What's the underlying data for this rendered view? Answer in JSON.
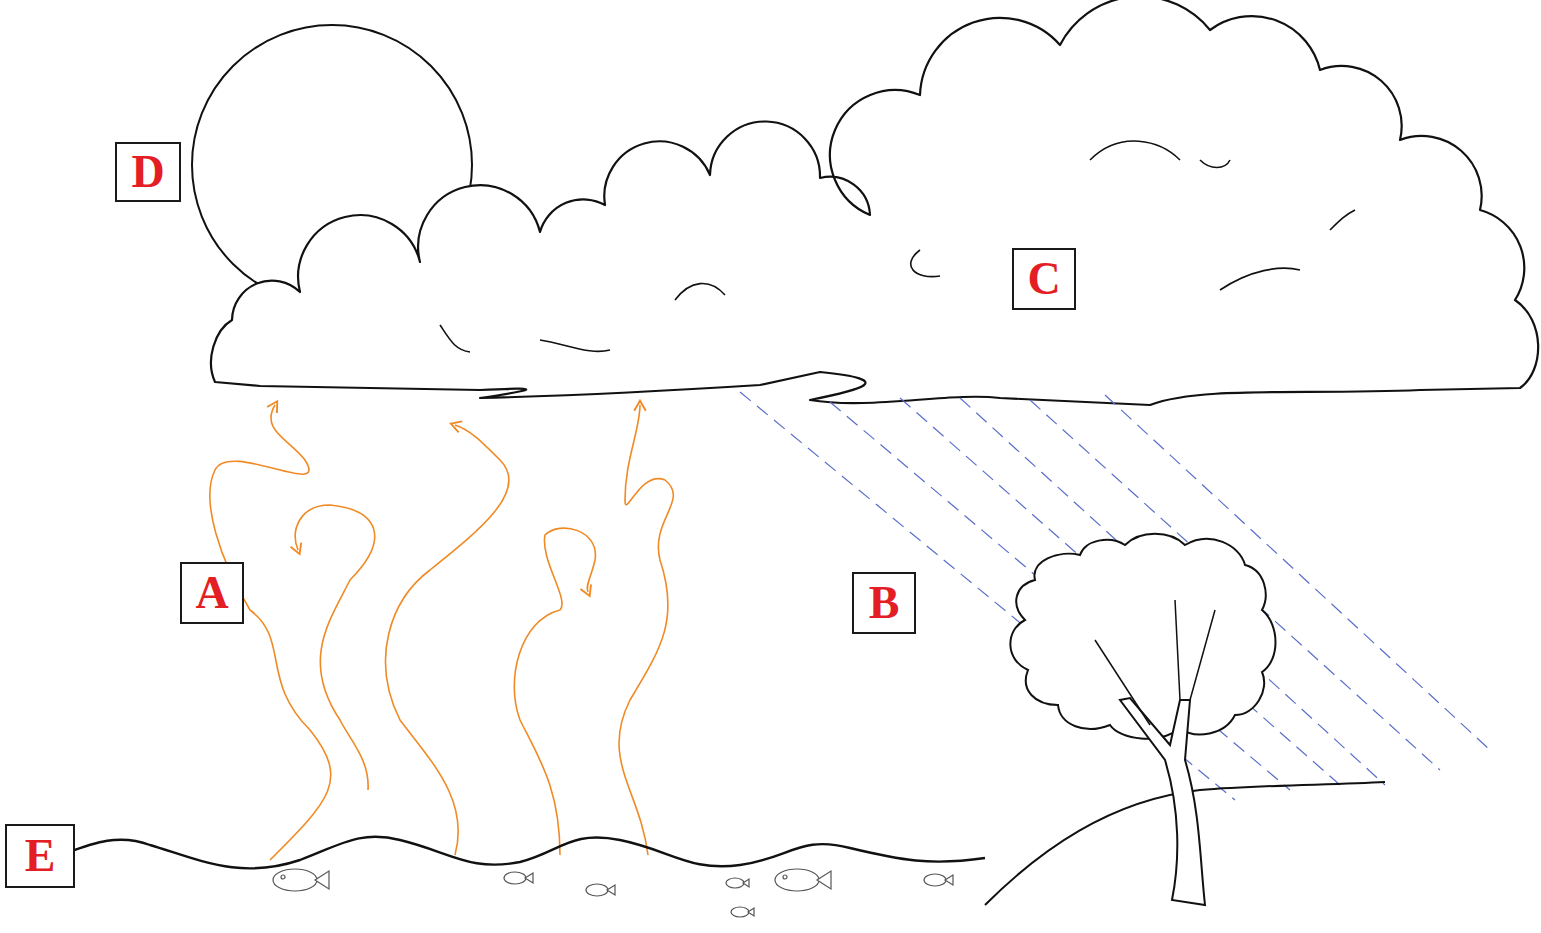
{
  "diagram": {
    "nodes": [
      {
        "text": [
          "D"
        ]
      },
      {
        "text": [
          "C"
        ]
      },
      {
        "text": [
          "A"
        ]
      },
      {
        "text": [
          "B"
        ]
      },
      {
        "text": [
          "E"
        ]
      }
    ]
  }
}
